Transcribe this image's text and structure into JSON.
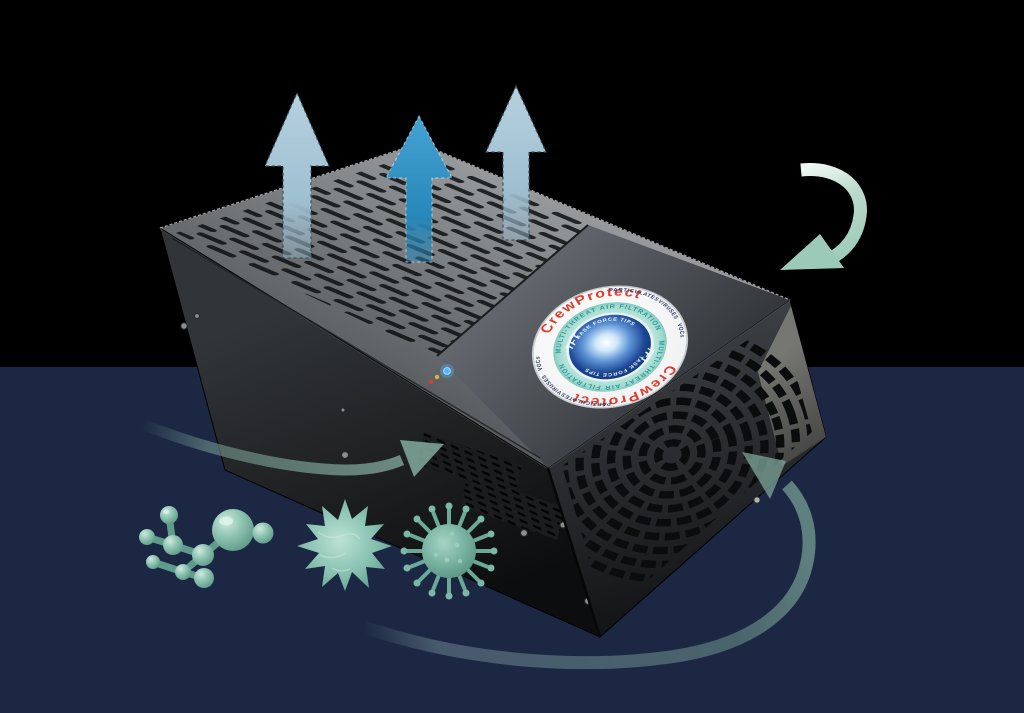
{
  "badge": {
    "brand_top": "CrewProtect",
    "brand_bottom": "CrewProtect",
    "tagline_top": "MULTI-THREAT AIR FILTRATION",
    "tagline_bottom": "MULTI-THREAT AIR FILTRATION",
    "threats_upper_right": [
      "PARTICULATES",
      "VIRUSES",
      "VOCs"
    ],
    "threats_lower_left": [
      "PARTICULATES",
      "VIRUSES",
      "VOCs"
    ],
    "center_name_top": "TASK FORCE TIPS",
    "center_name_bottom": "TASK FORCE TIPS",
    "logo_left": "TFT",
    "logo_right": "TFT"
  },
  "colors": {
    "background_top": "#000000",
    "background_bottom": "#1c2843",
    "clean_air_arrow_center": "#2f93c5",
    "clean_air_arrow_side": "#a9c7d8",
    "recirculation_arrow": "#a3cdbd",
    "intake_swoosh": "#6f968e",
    "pathogen_teal": "#6fae9c",
    "badge_brand_red": "#e03c2e",
    "badge_tagline_teal": "#2d9aa0",
    "badge_threat_navy": "#2a3a66",
    "badge_center_blue": "#163e85",
    "led_blue": "#4db8ff",
    "led_amber": "#d9b23f",
    "led_red": "#cc4433"
  }
}
